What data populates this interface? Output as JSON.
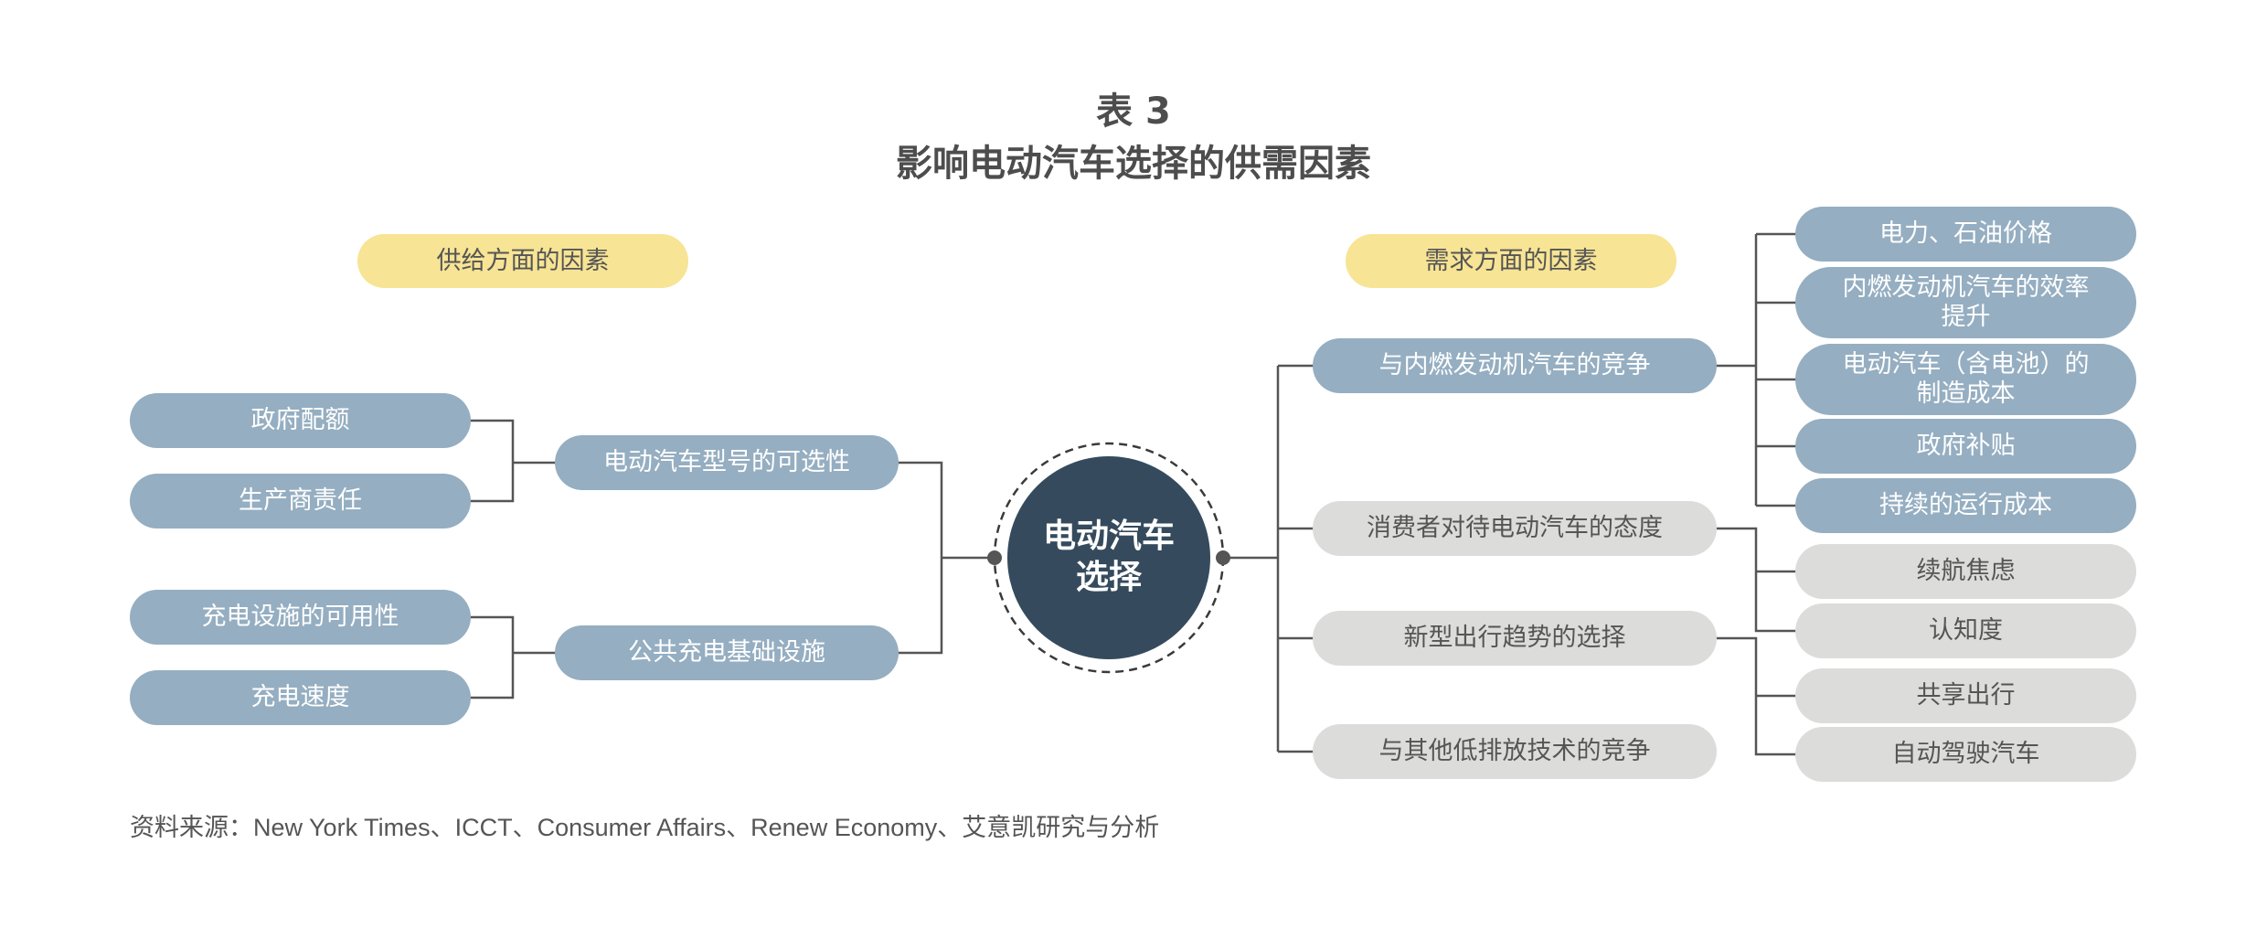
{
  "title": {
    "label": "表 3",
    "subtitle": "影响电动汽车选择的供需因素"
  },
  "center": {
    "label": "电动汽车\n选择"
  },
  "supply": {
    "header": "供给方面的因素",
    "groups": [
      {
        "label": "电动汽车型号的可选性",
        "items": [
          "政府配额",
          "生产商责任"
        ]
      },
      {
        "label": "公共充电基础设施",
        "items": [
          "充电设施的可用性",
          "充电速度"
        ]
      }
    ]
  },
  "demand": {
    "header": "需求方面的因素",
    "groups": [
      {
        "label": "与内燃发动机汽车的竞争",
        "items": [
          "电力、石油价格",
          "内燃发动机汽车的效率\n提升",
          "电动汽车（含电池）的\n制造成本",
          "政府补贴",
          "持续的运行成本"
        ]
      },
      {
        "label": "消费者对待电动汽车的态度",
        "items": [
          "续航焦虑",
          "认知度"
        ]
      },
      {
        "label": "新型出行趋势的选择",
        "items": [
          "共享出行",
          "自动驾驶汽车"
        ]
      },
      {
        "label": "与其他低排放技术的竞争",
        "items": []
      }
    ]
  },
  "source": "资料来源：New York Times、ICCT、Consumer Affairs、Renew Economy、艾意凯研究与分析",
  "colors": {
    "blue_pill": "#95aec1",
    "gray_pill": "#dcdcdb",
    "yellow_pill": "#f7e494",
    "center_fill": "#354b5d",
    "line": "#555555"
  }
}
